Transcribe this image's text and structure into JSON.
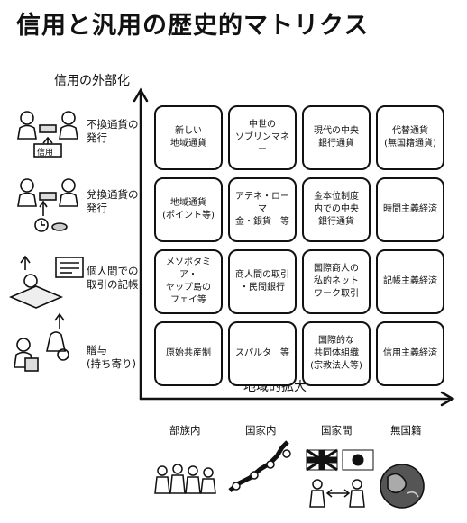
{
  "title": "信用と汎用の歴史的マトリクス",
  "y_axis_label": "信用の外部化",
  "x_axis_label": "地域的拡大",
  "row_labels": [
    "不換通貨の\n発行",
    "兌換通貨の\n発行",
    "個人間での\n取引の記帳",
    "贈与\n(持ち寄り)"
  ],
  "icon_note_label": "信用",
  "cells": [
    [
      "新しい\n地域通貨",
      "中世の\nソブリンマネー",
      "現代の中央\n銀行通貨",
      "代替通貨\n(無国籍通貨)"
    ],
    [
      "地域通貨\n(ポイント等)",
      "アテネ・ローマ\n金・銀貨　等",
      "金本位制度\n内での中央\n銀行通貨",
      "時間主義経済"
    ],
    [
      "メソポタミア・\nヤップ島の\nフェイ等",
      "商人間の取引\n・民間銀行",
      "国際商人の\n私的ネット\nワーク取引",
      "記帳主義経済"
    ],
    [
      "原始共産制",
      "スパルタ　等",
      "国際的な\n共同体組織\n(宗教法人等)",
      "信用主義経済"
    ]
  ],
  "scope_labels": [
    "部族内",
    "国家内",
    "国家間",
    "無国籍"
  ]
}
